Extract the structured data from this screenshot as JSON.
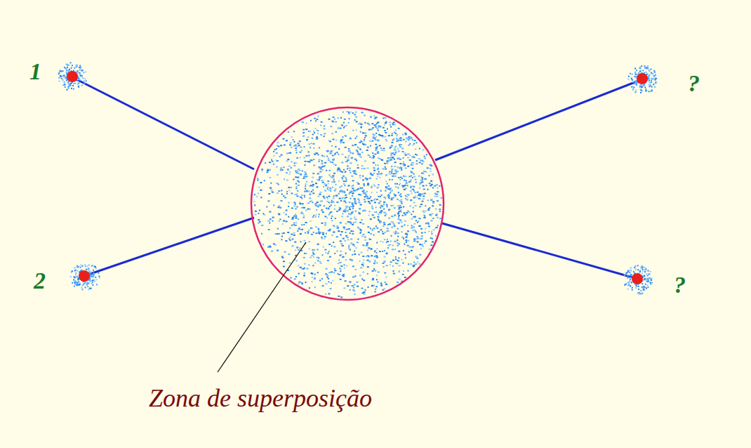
{
  "diagram": {
    "nodes": [
      {
        "text": [
          "1"
        ]
      },
      {
        "text": [
          "2"
        ]
      },
      {
        "text": [
          "?"
        ]
      },
      {
        "text": [
          "?"
        ]
      }
    ],
    "labels": [
      "Zona de superposição"
    ]
  }
}
